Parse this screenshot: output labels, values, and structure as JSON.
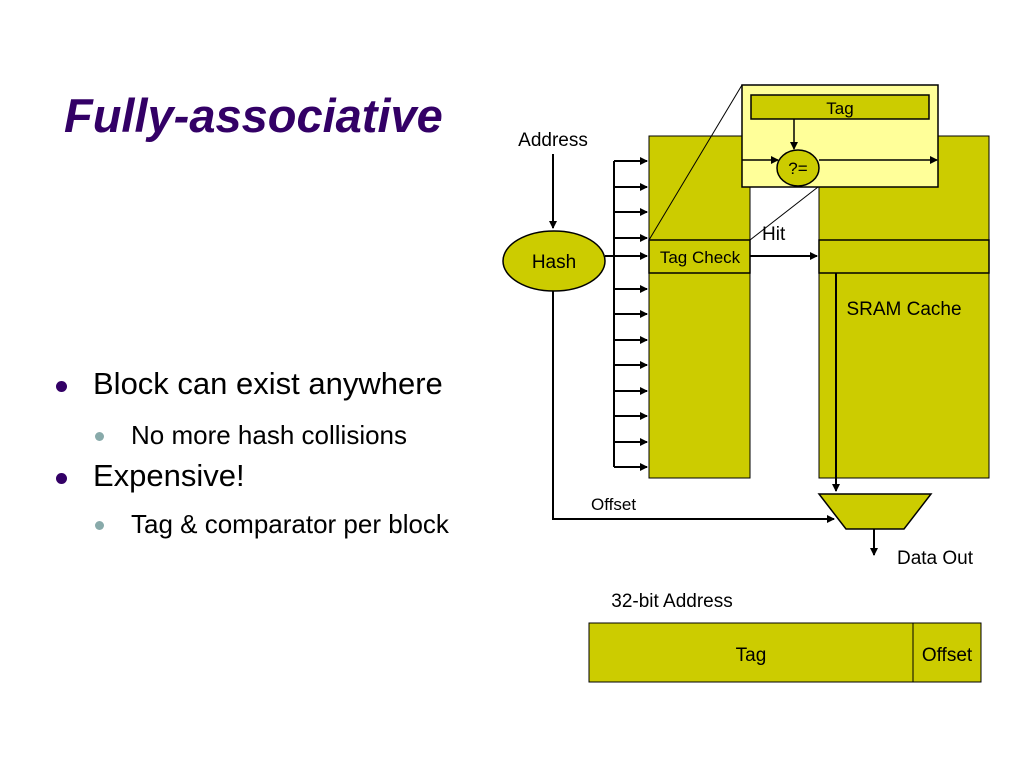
{
  "slide": {
    "title": "Fully-associative",
    "bullets": [
      {
        "text": "Block can exist anywhere",
        "sub": [
          "No more hash collisions"
        ]
      },
      {
        "text": "Expensive!",
        "sub": [
          "Tag & comparator per block"
        ]
      }
    ]
  },
  "diagram": {
    "address_label": "Address",
    "hash_label": "Hash",
    "tag_check_label": "Tag Check",
    "hit_label": "Hit",
    "sram_label": "SRAM Cache",
    "zoom_tag_label": "Tag",
    "compare_label": "?=",
    "offset_label": "Offset",
    "data_out_label": "Data Out",
    "address_format_label": "32-bit Address",
    "address_tag_field": "Tag",
    "address_offset_field": "Offset"
  },
  "colors": {
    "fill": "#cccc00",
    "title": "#330066",
    "bullet": "#330066",
    "sub_bullet": "#88aaaa",
    "zoom_fill": "#ffff99"
  }
}
